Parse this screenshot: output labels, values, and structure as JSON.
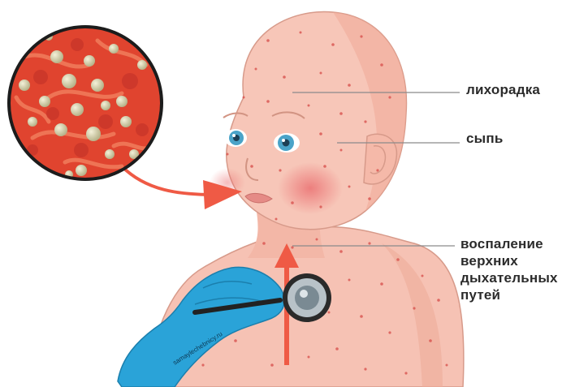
{
  "labels": {
    "fever": "лихорадка",
    "rash": "сыпь",
    "respiratory": [
      "воспаление",
      "верхних",
      "дыхательных",
      "путей"
    ]
  },
  "watermark": "samaylechebnicy.ru",
  "colors": {
    "skin": "#f7c4b6",
    "skin_shade": "#eea18f",
    "spots": "#d9534f",
    "arrow": "#ef5a45",
    "glove": "#2aa3d8",
    "circle_bg": "#e0442f",
    "callout_line": "#8a8a8a"
  },
  "icons": [
    "stethoscope-icon",
    "magnifier-circle",
    "arrow-icon"
  ]
}
